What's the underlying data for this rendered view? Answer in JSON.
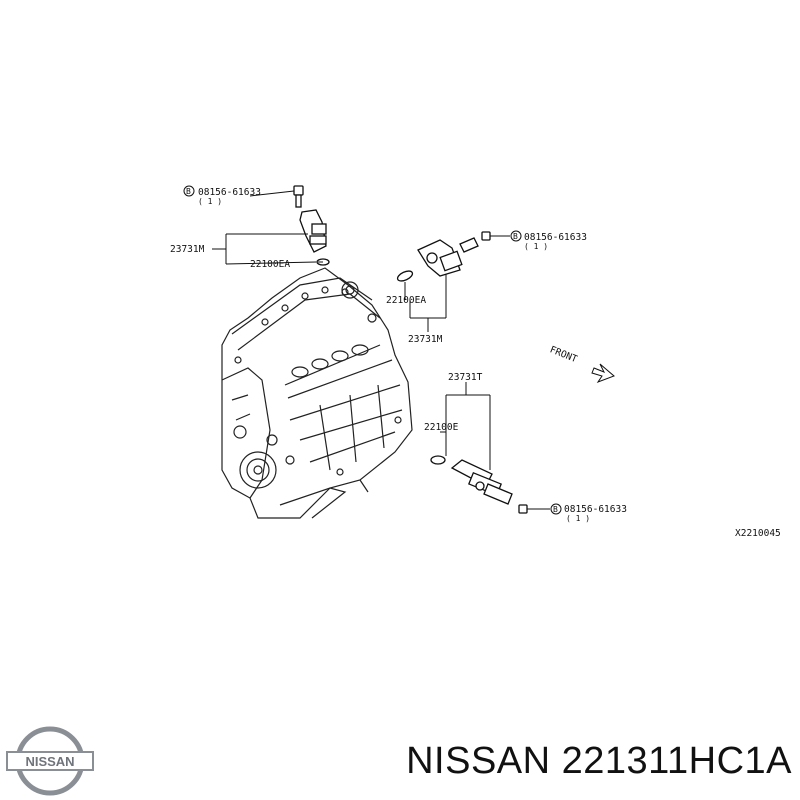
{
  "callouts": {
    "bolt_top_left": "08156-61633",
    "bolt_top_left_qty": "( 1 )",
    "bolt_top_right": "08156-61633",
    "bolt_top_right_qty": "( 1 )",
    "bolt_bottom": "08156-61633",
    "bolt_bottom_qty": "( 1 )",
    "sensor_left": "23731M",
    "oring_left": "22100EA",
    "oring_right": "22100EA",
    "sensor_right": "23731M",
    "sensor_bottom": "23731T",
    "oring_bottom": "22100E",
    "circle_marker": "B",
    "front": "FRONT",
    "drawing_code": "X2210045"
  },
  "caption": "NISSAN 221311HC1A",
  "logo": {
    "text": "NISSAN",
    "color": "#8a8f96"
  }
}
